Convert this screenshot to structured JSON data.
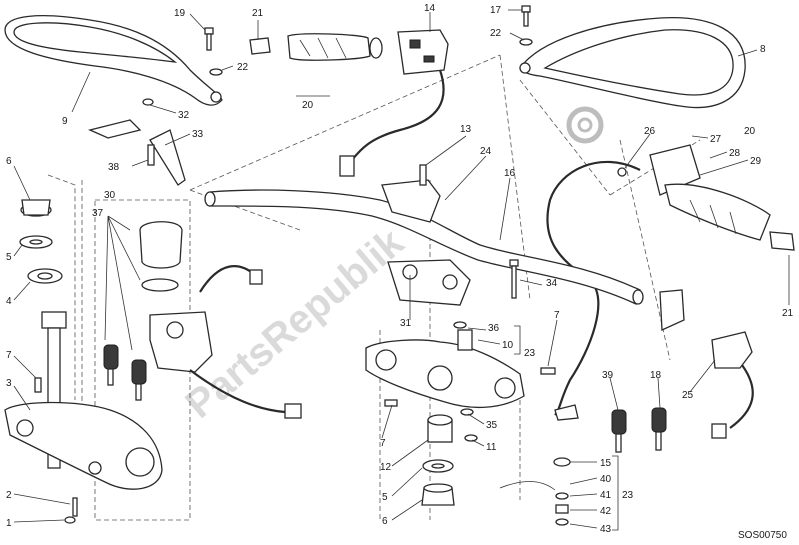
{
  "diagram": {
    "code": "SOS00750",
    "watermark": "PartsRepublik",
    "callouts": [
      {
        "id": "c19",
        "label": "19"
      },
      {
        "id": "c21a",
        "label": "21"
      },
      {
        "id": "c14",
        "label": "14"
      },
      {
        "id": "c17",
        "label": "17"
      },
      {
        "id": "c22a",
        "label": "22"
      },
      {
        "id": "c22b",
        "label": "22"
      },
      {
        "id": "c8",
        "label": "8"
      },
      {
        "id": "c9",
        "label": "9"
      },
      {
        "id": "c20a",
        "label": "20"
      },
      {
        "id": "c32",
        "label": "32"
      },
      {
        "id": "c33",
        "label": "33"
      },
      {
        "id": "c38",
        "label": "38"
      },
      {
        "id": "c13",
        "label": "13"
      },
      {
        "id": "c26",
        "label": "26"
      },
      {
        "id": "c27",
        "label": "27"
      },
      {
        "id": "c20b",
        "label": "20"
      },
      {
        "id": "c28",
        "label": "28"
      },
      {
        "id": "c29",
        "label": "29"
      },
      {
        "id": "c6a",
        "label": "6"
      },
      {
        "id": "c30",
        "label": "30"
      },
      {
        "id": "c37",
        "label": "37"
      },
      {
        "id": "c24",
        "label": "24"
      },
      {
        "id": "c16",
        "label": "16"
      },
      {
        "id": "c5a",
        "label": "5"
      },
      {
        "id": "c4",
        "label": "4"
      },
      {
        "id": "c34",
        "label": "34"
      },
      {
        "id": "c21b",
        "label": "21"
      },
      {
        "id": "c31",
        "label": "31"
      },
      {
        "id": "c36",
        "label": "36"
      },
      {
        "id": "c7a",
        "label": "7"
      },
      {
        "id": "c10",
        "label": "10"
      },
      {
        "id": "c23a",
        "label": "23"
      },
      {
        "id": "c7b",
        "label": "7"
      },
      {
        "id": "c3",
        "label": "3"
      },
      {
        "id": "c39",
        "label": "39"
      },
      {
        "id": "c18",
        "label": "18"
      },
      {
        "id": "c25",
        "label": "25"
      },
      {
        "id": "c35",
        "label": "35"
      },
      {
        "id": "c7c",
        "label": "7"
      },
      {
        "id": "c11",
        "label": "11"
      },
      {
        "id": "c12",
        "label": "12"
      },
      {
        "id": "c15",
        "label": "15"
      },
      {
        "id": "c40",
        "label": "40"
      },
      {
        "id": "c5b",
        "label": "5"
      },
      {
        "id": "c41",
        "label": "41"
      },
      {
        "id": "c23b",
        "label": "23"
      },
      {
        "id": "c2",
        "label": "2"
      },
      {
        "id": "c42",
        "label": "42"
      },
      {
        "id": "c6b",
        "label": "6"
      },
      {
        "id": "c1",
        "label": "1"
      },
      {
        "id": "c43",
        "label": "43"
      }
    ]
  }
}
